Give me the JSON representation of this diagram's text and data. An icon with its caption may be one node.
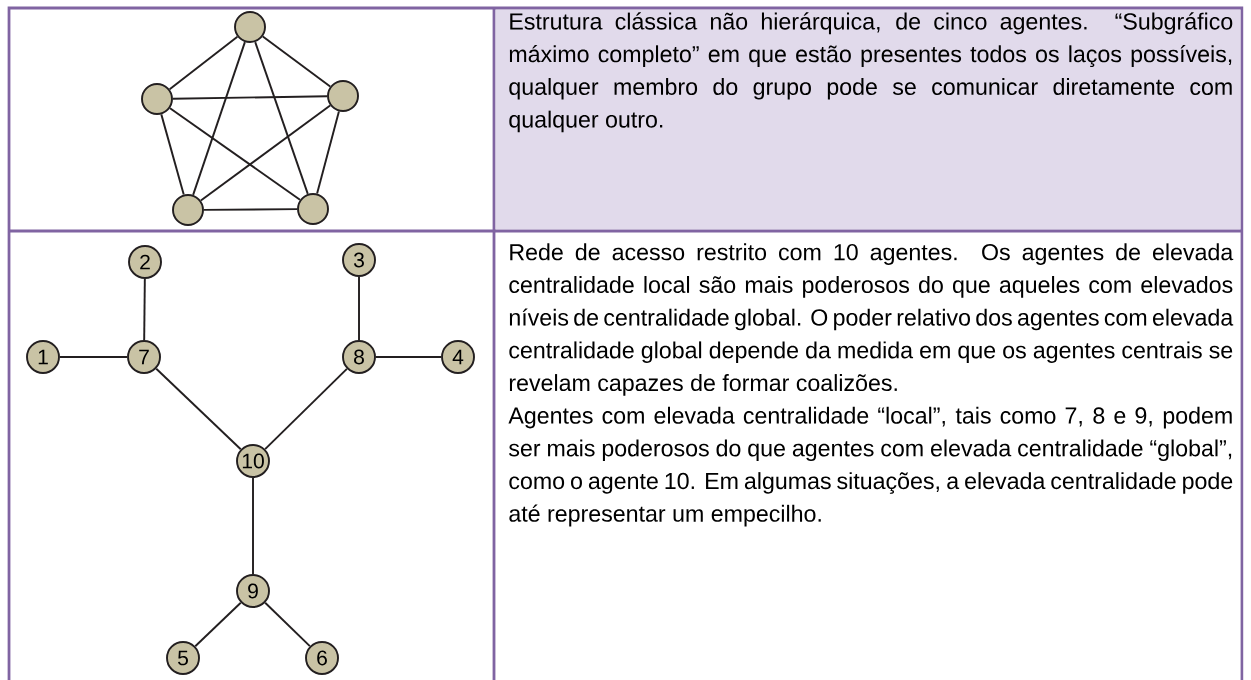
{
  "diagram": {
    "nodes": [
      {
        "text": [],
        "shape": "circle"
      },
      {
        "text": [],
        "shape": "circle"
      },
      {
        "text": [],
        "shape": "circle"
      },
      {
        "text": [],
        "shape": "circle"
      },
      {
        "text": [],
        "shape": "circle"
      },
      {
        "text": [
          "1"
        ]
      },
      {
        "text": [
          "2"
        ]
      },
      {
        "text": [
          "3"
        ]
      },
      {
        "text": [
          "4"
        ]
      },
      {
        "text": [
          "5"
        ]
      },
      {
        "text": [
          "6"
        ]
      },
      {
        "text": [
          "7"
        ]
      },
      {
        "text": [
          "8"
        ]
      },
      {
        "text": [
          "9"
        ]
      },
      {
        "text": [
          "10"
        ]
      }
    ],
    "edges": [
      {
        "from": 0,
        "to": 1,
        "arrow": "none"
      },
      {
        "from": 0,
        "to": 2,
        "arrow": "none"
      },
      {
        "from": 0,
        "to": 3,
        "arrow": "none"
      },
      {
        "from": 0,
        "to": 4,
        "arrow": "none"
      },
      {
        "from": 1,
        "to": 2,
        "arrow": "none"
      },
      {
        "from": 1,
        "to": 3,
        "arrow": "none"
      },
      {
        "from": 1,
        "to": 4,
        "arrow": "none"
      },
      {
        "from": 2,
        "to": 3,
        "arrow": "none"
      },
      {
        "from": 2,
        "to": 4,
        "arrow": "none"
      },
      {
        "from": 3,
        "to": 4,
        "arrow": "none"
      },
      {
        "from": 5,
        "to": 11,
        "arrow": "none"
      },
      {
        "from": 6,
        "to": 11,
        "arrow": "none"
      },
      {
        "from": 7,
        "to": 12,
        "arrow": "none"
      },
      {
        "from": 8,
        "to": 12,
        "arrow": "none"
      },
      {
        "from": 11,
        "to": 14,
        "arrow": "none"
      },
      {
        "from": 12,
        "to": 14,
        "arrow": "none"
      },
      {
        "from": 14,
        "to": 13,
        "arrow": "none"
      },
      {
        "from": 13,
        "to": 9,
        "arrow": "none"
      },
      {
        "from": 13,
        "to": 10,
        "arrow": "none"
      }
    ],
    "labels": [
      "Estrutura clássica não hierárquica, de cinco agentes. “Subgráfico máximo completo” em que estão presentes todos os laços possíveis, qualquer membro do grupo pode se comunicar diretamente com qualquer outro.",
      "Rede de acesso restrito com 10 agentes. Os agentes de elevada centralidade local são mais poderosos do que aqueles com elevados níveis de centralidade global. O poder relativo dos agentes com elevada centralidade global depende da medida em que os agentes centrais se revelam capazes de formar coalizões.",
      "Agentes com elevada centralidade “local”, tais como 7, 8 e 9, podem ser mais poderosos do que agentes com elevada centralidade “global”, como o agente 10. Em algumas situações, a elevada centralidade pode até representar um empecilho."
    ]
  }
}
